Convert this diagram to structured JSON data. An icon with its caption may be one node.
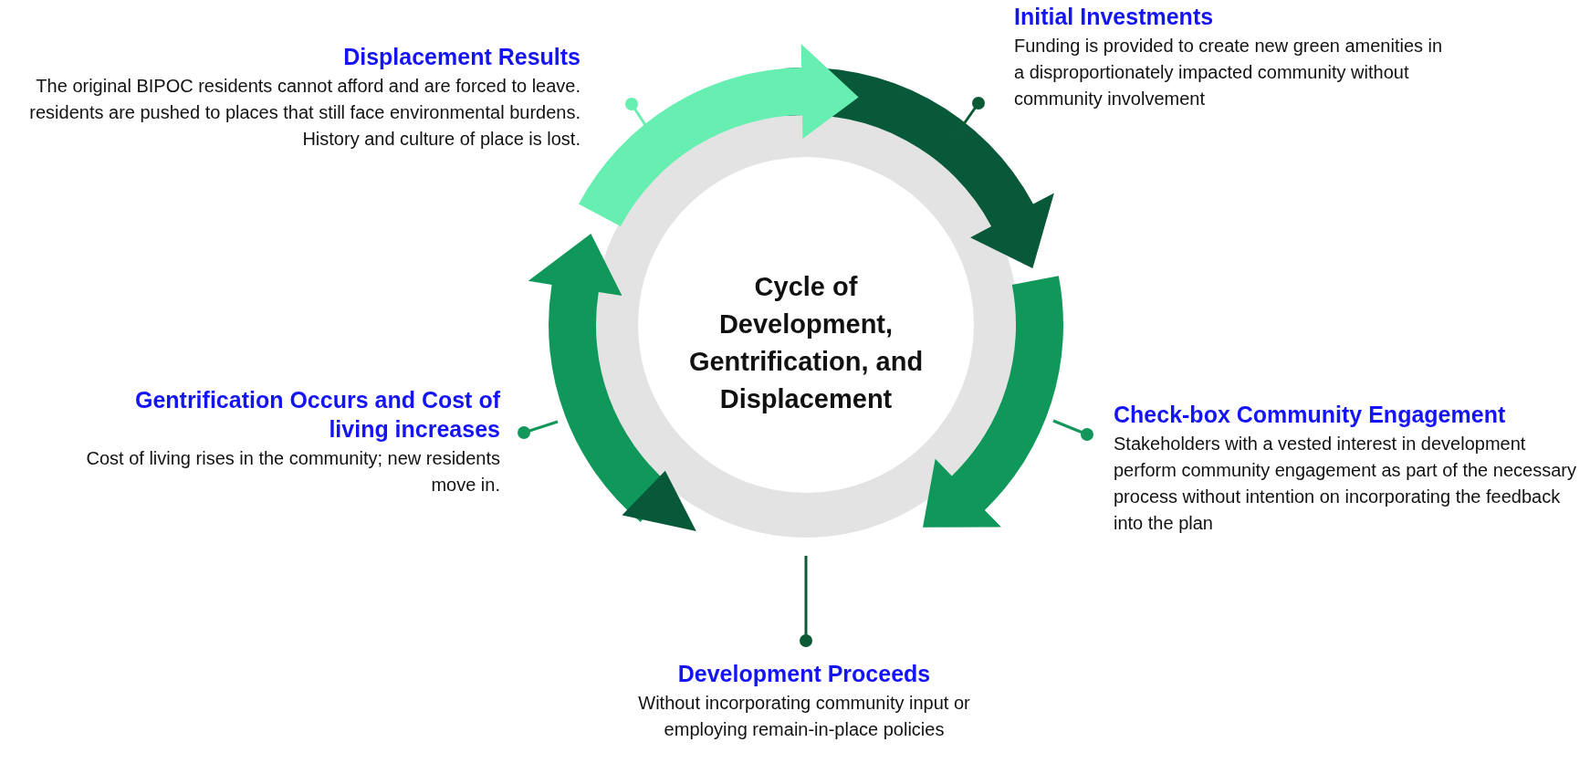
{
  "diagram": {
    "nodes": [
      {
        "text": [
          "Initial Investments",
          "Funding is provided to create new green amenities in a disproportionately impacted community without community involvement"
        ]
      },
      {
        "text": [
          "Check-box Community Engagement",
          "Stakeholders with a vested interest in development perform community engagement as part of the necessary process without intention on incorporating the feedback into the plan"
        ]
      },
      {
        "text": [
          "Development Proceeds",
          "Without incorporating community input or employing remain-in-place policies"
        ]
      },
      {
        "text": [
          "Gentrification Occurs and Cost of living increases",
          "Cost of living rises in the community; new residents move in."
        ]
      },
      {
        "text": [
          "Displacement Results",
          "The original BIPOC residents cannot afford and are forced to leave. residents are pushed to places that still face environmental burdens. History and culture of place is lost."
        ]
      },
      {
        "text": [
          "Cycle of Development, Gentrification, and Displacement"
        ]
      }
    ],
    "edges": [
      {
        "from": 0,
        "to": null,
        "arrow": "other",
        "color": "#0a5a36"
      },
      {
        "from": 1,
        "to": null,
        "arrow": "other",
        "color": "#12965a"
      },
      {
        "from": 2,
        "to": null,
        "arrow": "other",
        "color": "#0a5a36"
      },
      {
        "from": 3,
        "to": null,
        "arrow": "other",
        "color": "#12965a"
      },
      {
        "from": 4,
        "to": null,
        "arrow": "other",
        "color": "#66efb0"
      }
    ]
  }
}
